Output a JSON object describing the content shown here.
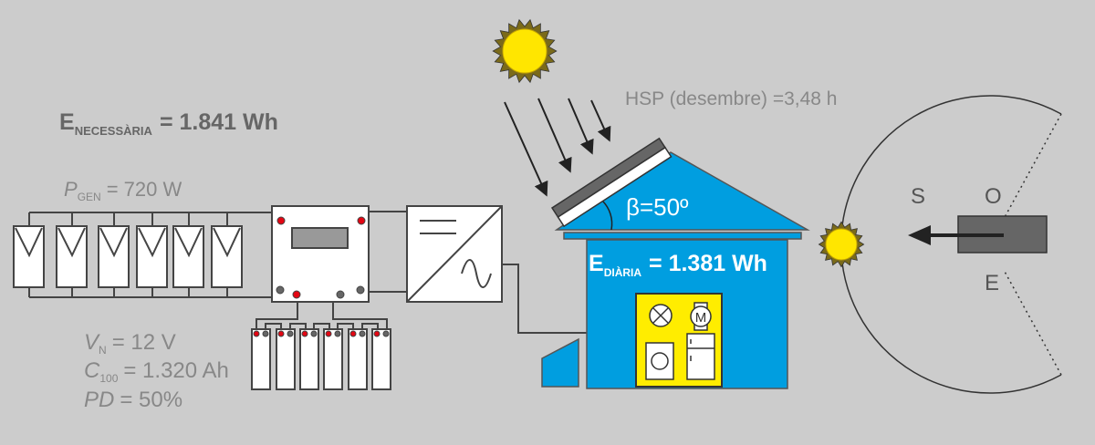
{
  "energy_needed": {
    "symbol": "E",
    "subscript": "NECESSÀRIA",
    "value": "= 1.841 Wh"
  },
  "generator_power": {
    "symbol": "P",
    "subscript": "GEN",
    "value": "= 720 W"
  },
  "battery": {
    "voltage": {
      "symbol": "V",
      "subscript": "N",
      "value": "= 12 V"
    },
    "capacity": {
      "symbol": "C",
      "subscript": "100",
      "value": "= 1.320 Ah"
    },
    "depth_discharge": {
      "symbol": "PD",
      "value": "= 50%"
    }
  },
  "hsp": "HSP (desembre) =3,48 h",
  "tilt_angle": "β=50º",
  "daily_energy": {
    "symbol": "E",
    "subscript": "DIÀRIA",
    "value": "= 1.381 Wh"
  },
  "motor_label": "M",
  "compass": {
    "south": "S",
    "west": "O",
    "east": "E"
  },
  "colors": {
    "background": "#cccccc",
    "house": "#009ee0",
    "loads_panel": "#ffed00",
    "sun": "#ffe600",
    "terminal_positive": "#e30613"
  }
}
